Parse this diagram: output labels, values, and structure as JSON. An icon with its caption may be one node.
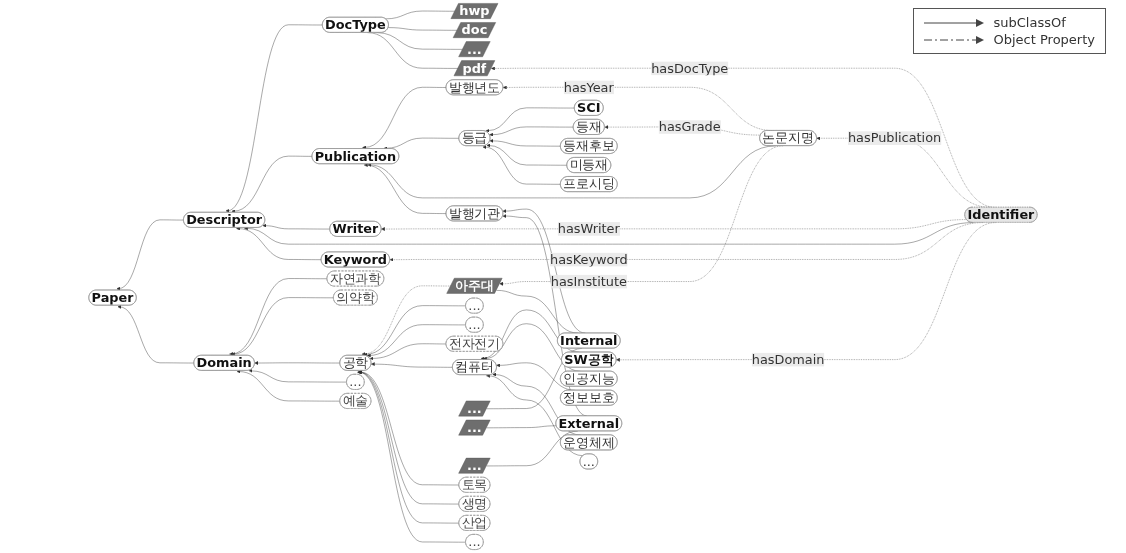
{
  "diagram": {
    "nodes": [
      {
        "text": [
          "Paper"
        ]
      },
      {
        "text": [
          "Descriptor"
        ]
      },
      {
        "text": [
          "Domain"
        ]
      },
      {
        "text": [
          "hwp"
        ]
      },
      {
        "text": [
          "doc"
        ]
      },
      {
        "text": [
          "..."
        ]
      },
      {
        "text": [
          "DocType"
        ]
      },
      {
        "text": [
          "pdf"
        ]
      },
      {
        "text": [
          "Keyword"
        ]
      },
      {
        "text": [
          "Publication"
        ]
      },
      {
        "text": [
          "Writer"
        ]
      },
      {
        "text": [
          "Identifier"
        ]
      },
      {
        "text": [
          "자연과학"
        ]
      },
      {
        "text": [
          "예술"
        ]
      },
      {
        "text": [
          "의약학"
        ]
      },
      {
        "text": [
          "..."
        ]
      },
      {
        "text": [
          "공학"
        ]
      },
      {
        "text": [
          "..."
        ]
      },
      {
        "text": [
          "산업"
        ]
      },
      {
        "text": [
          "생명"
        ]
      },
      {
        "text": [
          "발행년도"
        ]
      },
      {
        "text": [
          "..."
        ]
      },
      {
        "text": [
          "..."
        ]
      },
      {
        "text": [
          "전자전기"
        ]
      },
      {
        "text": [
          "토목"
        ]
      },
      {
        "text": [
          "컴퓨터"
        ]
      },
      {
        "text": [
          "등급"
        ]
      },
      {
        "text": [
          "SCI"
        ]
      },
      {
        "text": [
          "논문지명"
        ]
      },
      {
        "text": [
          "발행기관"
        ]
      },
      {
        "text": [
          "등재"
        ]
      },
      {
        "text": [
          "프로시딩"
        ]
      },
      {
        "text": [
          "등재후보"
        ]
      },
      {
        "text": [
          "미등재"
        ]
      },
      {
        "text": [
          "Internal"
        ]
      },
      {
        "text": [
          "External"
        ]
      },
      {
        "text": [
          "SW공학"
        ]
      },
      {
        "text": [
          "인공지능"
        ]
      },
      {
        "text": [
          "정보보호"
        ]
      },
      {
        "text": [
          "운영체제"
        ]
      },
      {
        "text": [
          "..."
        ]
      },
      {
        "text": [
          "아주대"
        ]
      },
      {
        "text": [
          "..."
        ]
      },
      {
        "text": [
          "..."
        ]
      },
      {
        "text": [
          "..."
        ]
      }
    ],
    "edges": [
      {
        "from": 1,
        "to": 0,
        "arrow": "to"
      },
      {
        "from": 2,
        "to": 0,
        "arrow": "to"
      },
      {
        "from": 6,
        "to": 1,
        "arrow": "to"
      },
      {
        "from": 9,
        "to": 1,
        "arrow": "to"
      },
      {
        "from": 10,
        "to": 1,
        "arrow": "to"
      },
      {
        "from": 11,
        "to": 1,
        "arrow": "to"
      },
      {
        "from": 8,
        "to": 1,
        "arrow": "to"
      },
      {
        "from": 3,
        "to": 6,
        "arrow": "none"
      },
      {
        "from": 4,
        "to": 6,
        "arrow": "none"
      },
      {
        "from": 5,
        "to": 6,
        "arrow": "none"
      },
      {
        "from": 7,
        "to": 6,
        "arrow": "none"
      },
      {
        "from": 12,
        "to": 2,
        "arrow": "to"
      },
      {
        "from": 14,
        "to": 2,
        "arrow": "to"
      },
      {
        "from": 16,
        "to": 2,
        "arrow": "to"
      },
      {
        "from": 15,
        "to": 2,
        "arrow": "to"
      },
      {
        "from": 13,
        "to": 2,
        "arrow": "to"
      },
      {
        "from": 11,
        "to": 7,
        "label": "hasDocType",
        "arrow": "to",
        "style": "dashed"
      },
      {
        "from": 11,
        "to": 10,
        "label": "hasWriter",
        "arrow": "to",
        "style": "dashed"
      },
      {
        "from": 11,
        "to": 8,
        "label": "hasKeyword",
        "arrow": "to",
        "style": "dashed"
      },
      {
        "from": 20,
        "to": 9,
        "arrow": "to"
      },
      {
        "from": 26,
        "to": 9,
        "arrow": "to"
      },
      {
        "from": 28,
        "to": 9,
        "arrow": "to"
      },
      {
        "from": 29,
        "to": 9,
        "arrow": "to"
      },
      {
        "from": 28,
        "to": 20,
        "label": "hasYear",
        "arrow": "to",
        "style": "dashed"
      },
      {
        "from": 11,
        "to": 28,
        "label": "hasPublication",
        "arrow": "to",
        "style": "dashed"
      },
      {
        "from": 11,
        "to": 36,
        "label": "hasDomain",
        "arrow": "to",
        "style": "dashed"
      },
      {
        "from": 41,
        "to": 16,
        "arrow": "to",
        "style": "dashed"
      },
      {
        "from": 21,
        "to": 16,
        "arrow": "to"
      },
      {
        "from": 22,
        "to": 16,
        "arrow": "to"
      },
      {
        "from": 23,
        "to": 16,
        "arrow": "to"
      },
      {
        "from": 25,
        "to": 16,
        "arrow": "to"
      },
      {
        "from": 24,
        "to": 16,
        "arrow": "to"
      },
      {
        "from": 19,
        "to": 16,
        "arrow": "to"
      },
      {
        "from": 18,
        "to": 16,
        "arrow": "to"
      },
      {
        "from": 17,
        "to": 16,
        "arrow": "to"
      },
      {
        "from": 27,
        "to": 26,
        "arrow": "to"
      },
      {
        "from": 30,
        "to": 26,
        "arrow": "to"
      },
      {
        "from": 32,
        "to": 26,
        "arrow": "to"
      },
      {
        "from": 33,
        "to": 26,
        "arrow": "to"
      },
      {
        "from": 31,
        "to": 26,
        "arrow": "to"
      },
      {
        "from": 34,
        "to": 29,
        "arrow": "to"
      },
      {
        "from": 35,
        "to": 29,
        "arrow": "to"
      },
      {
        "from": 28,
        "to": 41,
        "label": "hasInstitute",
        "arrow": "to",
        "style": "dashed"
      },
      {
        "from": 28,
        "to": 30,
        "label": "hasGrade",
        "arrow": "to",
        "style": "dashed"
      },
      {
        "from": 34,
        "to": 41,
        "arrow": "none"
      },
      {
        "from": 34,
        "to": 42,
        "arrow": "none"
      },
      {
        "from": 35,
        "to": 43,
        "arrow": "none"
      },
      {
        "from": 35,
        "to": 44,
        "arrow": "none"
      },
      {
        "from": 36,
        "to": 25,
        "arrow": "to"
      },
      {
        "from": 37,
        "to": 25,
        "arrow": "to"
      },
      {
        "from": 38,
        "to": 25,
        "arrow": "to"
      },
      {
        "from": 39,
        "to": 25,
        "arrow": "to"
      },
      {
        "from": 40,
        "to": 25,
        "arrow": "to"
      }
    ],
    "legend": [
      {
        "text": "subClassOf"
      },
      {
        "text": "Object Property"
      }
    ]
  }
}
